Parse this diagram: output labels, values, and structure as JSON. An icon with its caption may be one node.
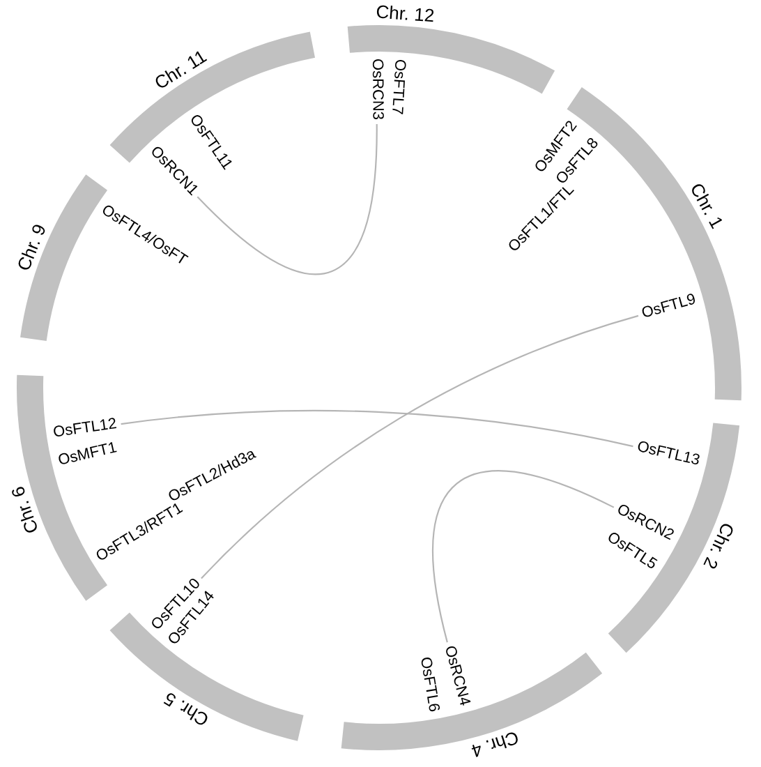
{
  "diagram": {
    "nodes": [
      {
        "text": [
          "Chr. 12"
        ]
      },
      {
        "text": [
          "Chr. 1"
        ]
      },
      {
        "text": [
          "Chr. 2"
        ]
      },
      {
        "text": [
          "Chr. 4"
        ]
      },
      {
        "text": [
          "Chr. 5"
        ]
      },
      {
        "text": [
          "Chr. 6"
        ]
      },
      {
        "text": [
          "Chr. 9"
        ]
      },
      {
        "text": [
          "Chr. 11"
        ]
      },
      {
        "text": [
          "OsRCN3"
        ]
      },
      {
        "text": [
          "OsRCN1"
        ]
      },
      {
        "text": [
          "OsFTL9"
        ]
      },
      {
        "text": [
          "OsFTL10"
        ]
      },
      {
        "text": [
          "OsFTL12"
        ]
      },
      {
        "text": [
          "OsFTL13"
        ]
      },
      {
        "text": [
          "OsRCN2"
        ]
      },
      {
        "text": [
          "OsRCN4"
        ]
      }
    ],
    "edges": [
      {
        "from": 9,
        "to": 8,
        "arrow": "none"
      },
      {
        "from": 10,
        "to": 11,
        "arrow": "none"
      },
      {
        "from": 12,
        "to": 13,
        "arrow": "none"
      },
      {
        "from": 14,
        "to": 15,
        "arrow": "none"
      }
    ],
    "labels": [
      "OsFTL7",
      "OsFTL11",
      "OsMFT2",
      "OsFTL8",
      "OsFTL1/FTL",
      "OsFTL4/OsFT",
      "OsMFT1",
      "OsFTL2/Hd3a",
      "OsFTL3/RFT1",
      "OsFTL5",
      "OsFTL14",
      "OsFTL6"
    ]
  }
}
